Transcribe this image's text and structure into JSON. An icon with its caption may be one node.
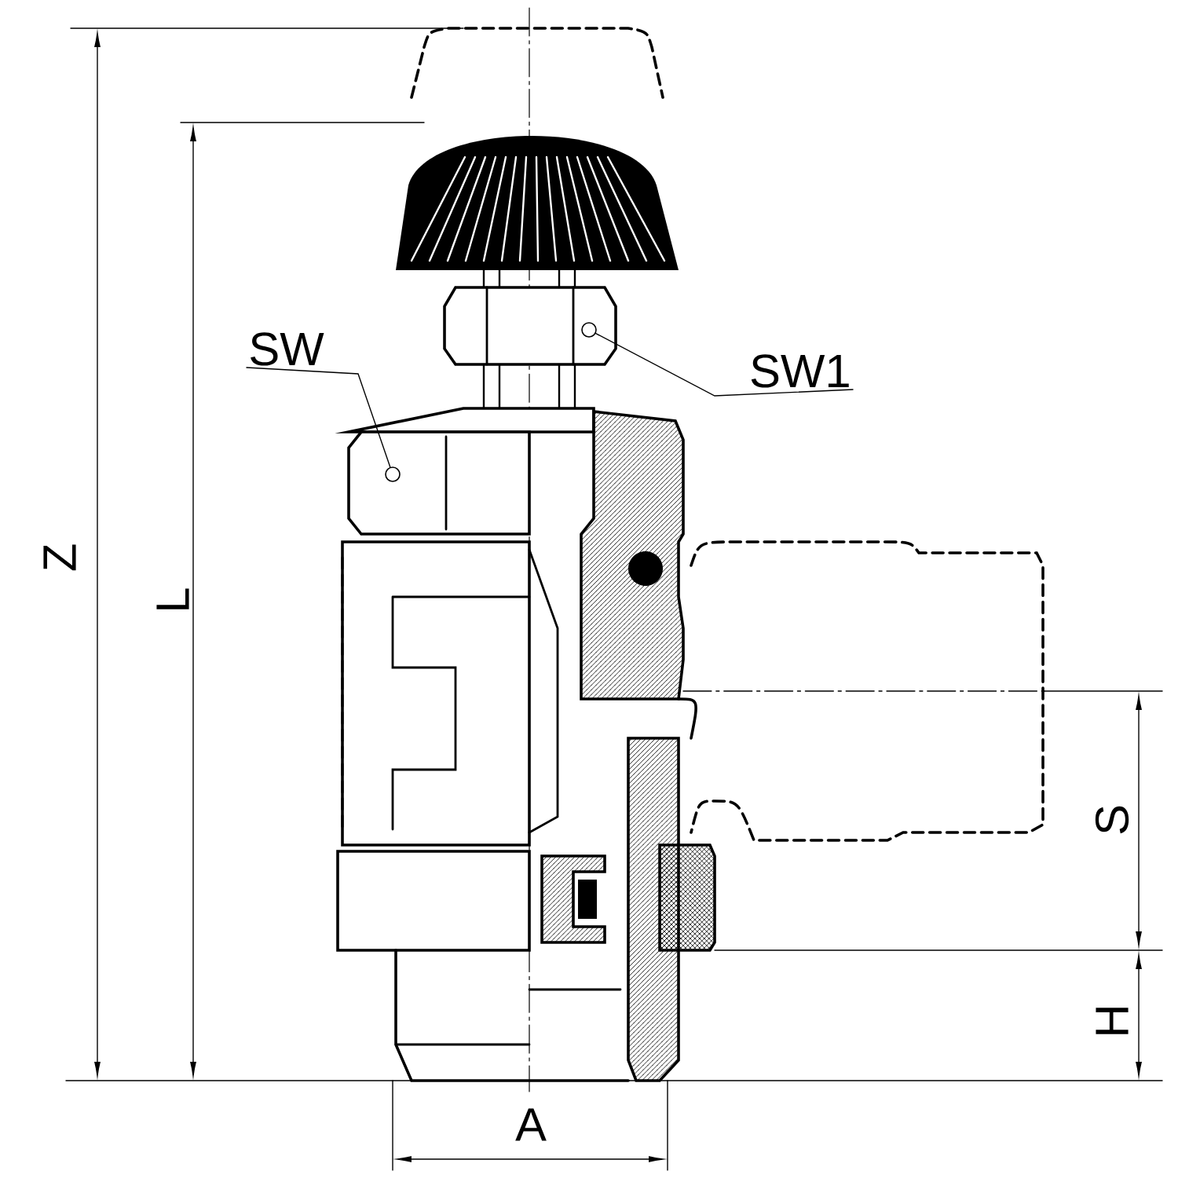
{
  "diagram": {
    "nodes": [
      {
        "text": [
          "SW"
        ]
      },
      {
        "text": [
          "SW1"
        ]
      },
      {
        "text": [],
        "shape": "circle"
      },
      {
        "text": [],
        "shape": "circle"
      }
    ],
    "edges": [
      {
        "from": 0,
        "to": 2,
        "arrow": "none"
      },
      {
        "from": 1,
        "to": 3,
        "arrow": "none"
      }
    ],
    "labels": [
      "Z",
      "L",
      "S",
      "H",
      "A"
    ]
  }
}
